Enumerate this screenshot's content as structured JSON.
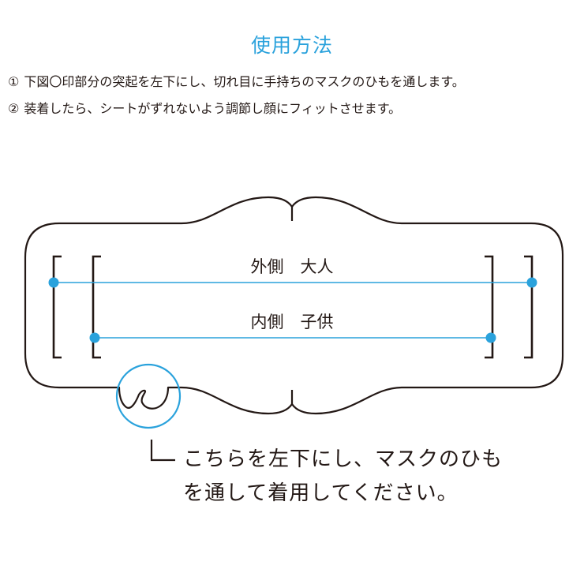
{
  "title": "使用方法",
  "steps": [
    {
      "number": "①",
      "text": "下図〇印部分の突起を左下にし、切れ目に手持ちのマスクのひもを通します。"
    },
    {
      "number": "②",
      "text": "装着したら、シートがずれないよう調節し顔にフィットさせます。"
    }
  ],
  "diagram": {
    "outer_label": "外側　大人",
    "inner_label": "内側　子供"
  },
  "caption": {
    "line1": "こちらを左下にし、マスクのひも",
    "line2": "を通して着用してください。"
  },
  "colors": {
    "accent": "#2aa2dc",
    "outline": "#231815"
  }
}
